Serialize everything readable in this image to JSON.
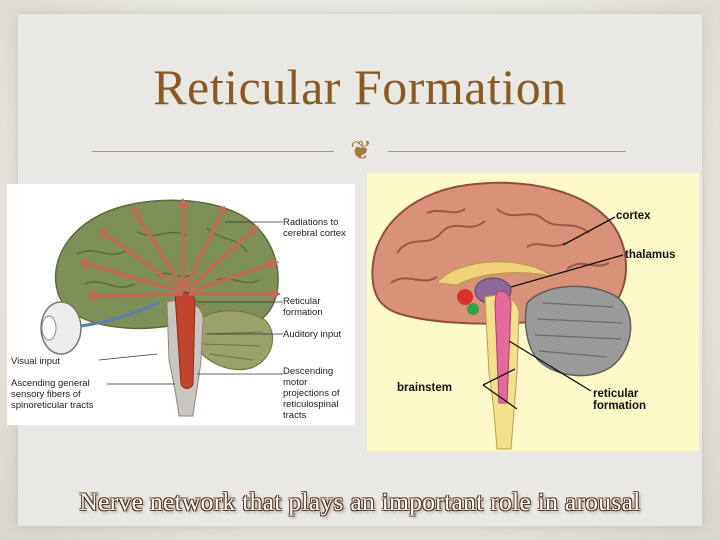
{
  "slide": {
    "title": "Reticular Formation",
    "ornament_icon": "scroll-ornament-icon",
    "caption": "Nerve network that plays an important role in arousal"
  },
  "left_figure": {
    "labels": {
      "radiations": "Radiations to cerebral cortex",
      "reticular": "Reticular formation",
      "auditory": "Auditory input",
      "visual": "Visual input",
      "ascending": "Ascending general sensory fibers of spinoreticular tracts",
      "descending": "Descending motor projections of reticulospinal tracts"
    }
  },
  "right_figure": {
    "labels": {
      "cortex": "cortex",
      "thalamus": "thalamus",
      "brainstem": "brainstem",
      "reticular": "reticular formation"
    }
  },
  "colors": {
    "title": "#8a5a23",
    "rule": "#b5996b",
    "caption_text": "#ffffff",
    "caption_outline": "#5b3a22"
  }
}
